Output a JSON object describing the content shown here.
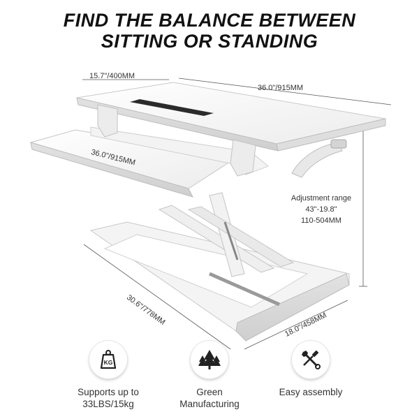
{
  "headline": {
    "line1": "FIND THE BALANCE BETWEEN",
    "line2": "SITTING OR STANDING"
  },
  "dimensions": {
    "depth_top": "15.7\"/400MM",
    "width_top": "36.0\"/915MM",
    "keyboard_width": "36.0\"/915MM",
    "base_length": "30.6\"/778MM",
    "base_depth": "18.0\"/458MM",
    "adjustment": {
      "label": "Adjustment range",
      "inches": "43\"-19.8\"",
      "mm": "110-504MM"
    }
  },
  "features": [
    {
      "icon": "weight-kg-icon",
      "icon_text": "KG",
      "line1": "Supports up to",
      "line2": "33LBS/15kg"
    },
    {
      "icon": "pine-trees-icon",
      "line1": "Green",
      "line2": "Manufacturing"
    },
    {
      "icon": "tools-wrench-screwdriver-icon",
      "line1": "Easy assembly",
      "line2": ""
    }
  ]
}
